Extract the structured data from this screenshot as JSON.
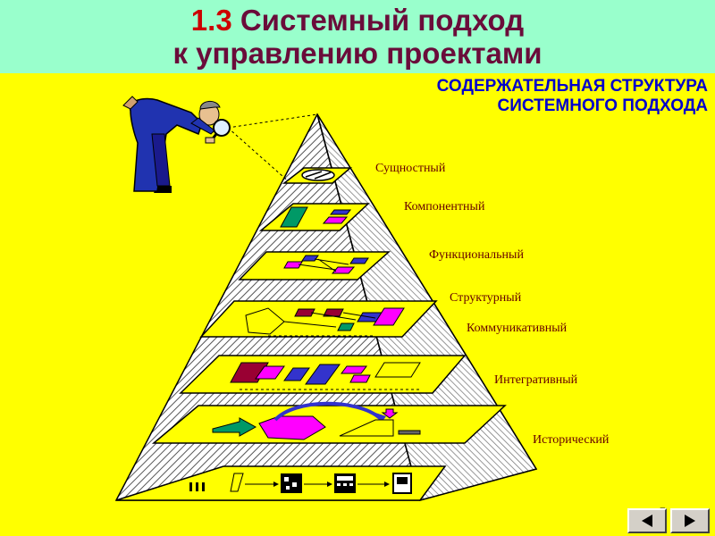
{
  "header": {
    "title_number": "1.3",
    "title_line1": "Системный подход",
    "title_line2": "к управлению проектами"
  },
  "subtitle": {
    "line1": "СОДЕРЖАТЕЛЬНАЯ СТРУКТУРА",
    "line2": "СИСТЕМНОГО ПОДХОДА"
  },
  "levels": [
    "Сущностный",
    "Компонентный",
    "Функциональный",
    "Структурный",
    "Коммуникативный",
    "Интегративный",
    "Исторический"
  ],
  "slide_number": "7",
  "icons": {
    "nav_prev": "triangle-left-icon",
    "nav_next": "triangle-right-icon",
    "figure": "man-with-magnifier-icon"
  },
  "colors": {
    "background": "#ffff00",
    "title_band": "#99ffcc",
    "title_text": "#6a0c3a",
    "title_number": "#cc0000",
    "subtitle": "#0000cc",
    "level_text": "#660000",
    "magenta": "#ff00ff",
    "green": "#009966",
    "blue": "#3333cc",
    "navy": "#1a1a8c"
  }
}
